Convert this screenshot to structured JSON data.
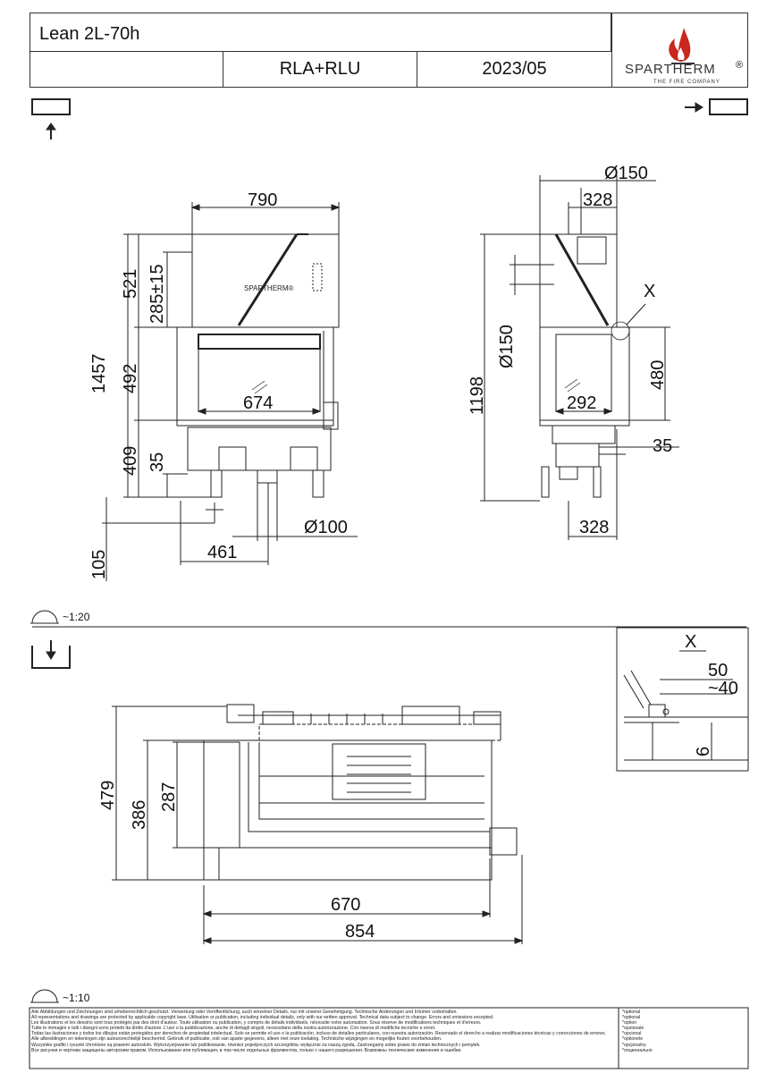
{
  "header": {
    "model": "Lean 2L-70h",
    "variant": "RLA+RLU",
    "date": "2023/05",
    "brand": "SPARTHERM",
    "brand_mark": "®",
    "tagline": "THE FIRE COMPANY"
  },
  "front_view": {
    "width_top": "790",
    "h_total": "1457",
    "h_top": "521",
    "h_window_off": "285±15",
    "h_window": "492",
    "h_bottom": "409",
    "h_small": "35",
    "h_foot": "105",
    "glass_width": "674",
    "flue_offset": "461",
    "air_inlet": "Ø100",
    "logo": "SPARTHERM®"
  },
  "side_view": {
    "flue_dia": "Ø150",
    "depth_top": "328",
    "flue_dia_vertical": "Ø150",
    "h_total": "1198",
    "glass_depth": "292",
    "h_glass": "480",
    "h_small": "35",
    "depth_bottom": "328",
    "detail_marker": "X"
  },
  "scale_front": "~1:20",
  "top_view": {
    "depth_total": "479",
    "depth_mid": "386",
    "depth_inner": "287",
    "width_inner": "670",
    "width_total": "854"
  },
  "detail": {
    "label": "X",
    "dim_a": "50",
    "dim_b": "~40",
    "dim_c": "6"
  },
  "scale_top": "~1:10",
  "legal_lines": [
    "Alle Abbildungen und Zeichnungen sind urheberrechtlich geschützt. Verwertung oder Veröffentlichung, auch einzelner Details, nur mit unserer Genehmigung. Technische Änderungen und Irrtümer vorbehalten.",
    "All representations and drawings are protected by applicable copyright laws. Utilisation or publication, including individual details, only with our written approval. Technical data subject to change. Errors and omissions excepted.",
    "Les illustrations et les dessins sont tous protégés par des droit d'auteur. Toute utilisation ou publication, y compris de détails individuels, nécessite notre autorisation. Sous réserve de modifications techniques et d'erreurs.",
    "Tutte le immagini e tutti i disegni sono protetti da diritto d'autore. L'uso o la pubblicazione, anche di dettagli singoli, necessitano della nostra autorizzazione.  Con riserva di modifiche tecniche e errori.",
    "Todas las ilustraciones y todos los dibujos están protegidos por derechos de propiedad intelectual. Solo se permite el uso o la publicación, incluso de detalles particulares, con nuestra autorización. Reservado el derecho a realizar modificaciones técnicas y correcciones de errores.",
    "Alle afbeeldingen en tekeningen zijn auteursrechtelijk beschermd. Gebruik of publicatie, ook van aparte gegevens, alleen met onze toelating. Technische wijzigingen en mogelijke fouten voorbehouden.",
    "Wszystkie grafiki i rysunki chronione są prawem autorskim. Wykorzystywanie lub publikowanie, również pojedynczych szczegółów, wyłącznie za naszą zgodą. Zastrzegamy sobie prawo do zmian technicznych i pomyłek.",
    "Все рисунки и чертежи защищены авторским правом. Использование или публикация, в том числе отдельных фрагментов, только с нашего разрешения. Возможны технические изменения и ошибки."
  ],
  "optional_lines": [
    "*optional",
    "*optional",
    "*option",
    "*opzionale",
    "*opcional",
    "*optionele",
    "*opcjonalny",
    "*опционально"
  ]
}
